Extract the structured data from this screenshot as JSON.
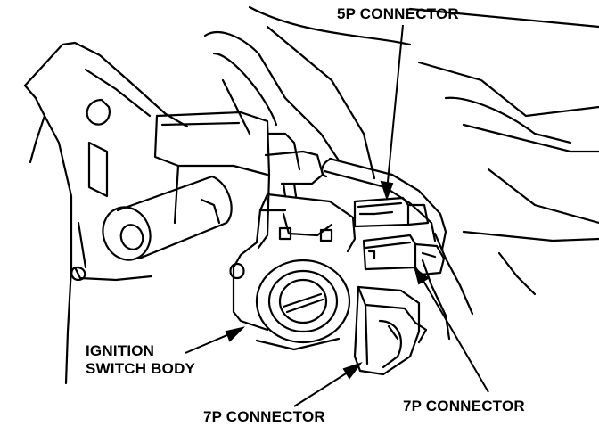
{
  "labels": {
    "connector_5p": "5P CONNECTOR",
    "ignition_line1": "IGNITION",
    "ignition_line2": "SWITCH BODY",
    "connector_7p_left": "7P CONNECTOR",
    "connector_7p_right": "7P CONNECTOR"
  },
  "colors": {
    "ink": "#000000",
    "paper": "#ffffff"
  }
}
